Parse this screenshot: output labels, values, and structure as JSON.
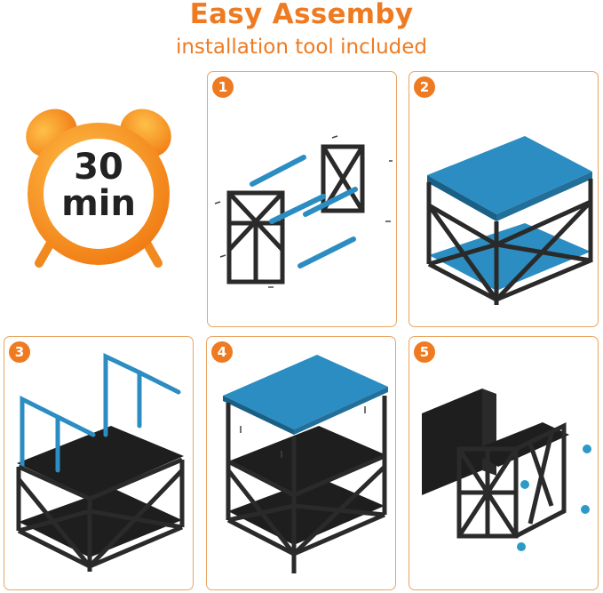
{
  "header": {
    "title": "Easy Assemby",
    "subtitle": "installation tool included"
  },
  "clock": {
    "number": "30",
    "unit": "min",
    "icon": "alarm-clock-icon"
  },
  "steps": [
    {
      "number": "1"
    },
    {
      "number": "2"
    },
    {
      "number": "3"
    },
    {
      "number": "4"
    },
    {
      "number": "5"
    }
  ],
  "colors": {
    "accent": "#ee7b22",
    "panel_border": "#e9a463",
    "board": "#2b8dc2",
    "frame": "#2a2a2a"
  }
}
